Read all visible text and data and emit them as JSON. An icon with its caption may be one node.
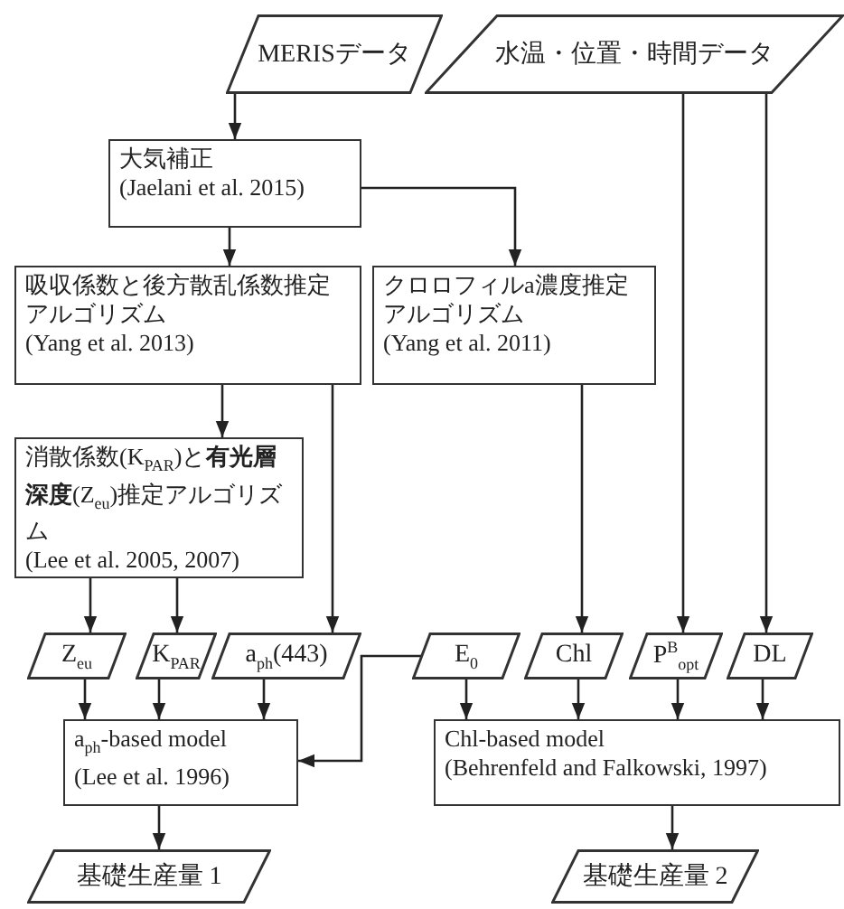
{
  "diagram": {
    "nodes": [
      {
        "text": [
          "MERISデータ"
        ]
      },
      {
        "text": [
          "水温・位置・時間データ"
        ]
      },
      {
        "text": [
          "大気補正",
          "(Jaelani et al. 2015)"
        ]
      },
      {
        "text": [
          "吸収係数と後方散乱係数推定アルゴリズム",
          "(Yang et al. 2013)"
        ]
      },
      {
        "text": [
          "クロロフィルa濃度推定アルゴリズム",
          "(Yang et al. 2011)"
        ]
      },
      {
        "text": [
          "消散係数(K$_{PAR}$)と**有光層深度**(Z$_{eu}$)推定アルゴリズム",
          "(Lee et al. 2005, 2007)"
        ]
      },
      {
        "text": [
          "Z$_{eu}$"
        ]
      },
      {
        "text": [
          "K$_{PAR}$"
        ]
      },
      {
        "text": [
          "a$_{ph}$(443)"
        ]
      },
      {
        "text": [
          "E$_{0}$"
        ]
      },
      {
        "text": [
          "Chl"
        ]
      },
      {
        "text": [
          "P$^{B}$$_{opt}$"
        ]
      },
      {
        "text": [
          "DL"
        ]
      },
      {
        "text": [
          "a$_{ph}$-based model",
          "(Lee et al. 1996)"
        ]
      },
      {
        "text": [
          "Chl-based model",
          "(Behrenfeld and Falkowski, 1997)"
        ]
      },
      {
        "text": [
          "基礎生産量 1"
        ]
      },
      {
        "text": [
          "基礎生産量 2"
        ]
      }
    ],
    "edges": [
      {
        "from": 0,
        "to": 2,
        "arrow": "to"
      },
      {
        "from": 2,
        "to": 3,
        "arrow": "to"
      },
      {
        "from": 2,
        "to": 4,
        "arrow": "to"
      },
      {
        "from": 3,
        "to": 5,
        "arrow": "to"
      },
      {
        "from": 3,
        "to": 8,
        "arrow": "to"
      },
      {
        "from": 5,
        "to": 6,
        "arrow": "to"
      },
      {
        "from": 5,
        "to": 7,
        "arrow": "to"
      },
      {
        "from": 1,
        "to": 11,
        "arrow": "to"
      },
      {
        "from": 1,
        "to": 12,
        "arrow": "to"
      },
      {
        "from": 4,
        "to": 10,
        "arrow": "to"
      },
      {
        "from": 6,
        "to": 13,
        "arrow": "to"
      },
      {
        "from": 7,
        "to": 13,
        "arrow": "to"
      },
      {
        "from": 8,
        "to": 13,
        "arrow": "to"
      },
      {
        "from": 9,
        "to": 13,
        "arrow": "to"
      },
      {
        "from": 9,
        "to": 14,
        "arrow": "to"
      },
      {
        "from": 10,
        "to": 14,
        "arrow": "to"
      },
      {
        "from": 11,
        "to": 14,
        "arrow": "to"
      },
      {
        "from": 12,
        "to": 14,
        "arrow": "to"
      },
      {
        "from": 13,
        "to": 15,
        "arrow": "to"
      },
      {
        "from": 14,
        "to": 16,
        "arrow": "to"
      }
    ]
  }
}
